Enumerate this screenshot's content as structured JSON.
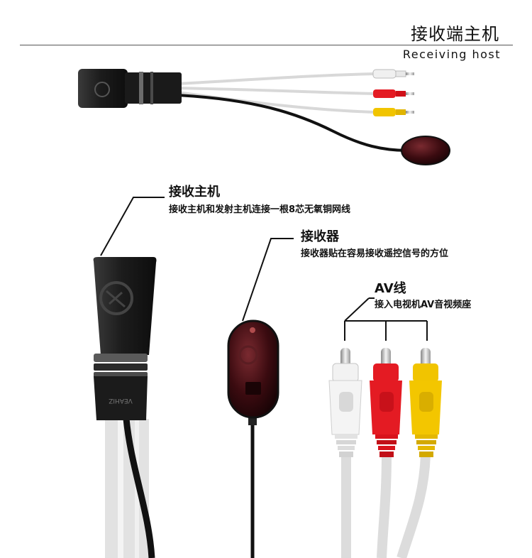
{
  "header": {
    "title": "接收端主机",
    "subtitle": "Receiving host"
  },
  "callouts": {
    "host": {
      "label": "接收主机",
      "desc": "接收主机和发射主机连接一根8芯无氧铜网线"
    },
    "receiver": {
      "label": "接收器",
      "desc": "接收器贴在容易接收遥控信号的方位"
    },
    "av": {
      "label": "AV线",
      "desc": "接入电视机AV音视频座"
    }
  },
  "colors": {
    "white_plug": "#eeeeee",
    "red_plug": "#e41b23",
    "yellow_plug": "#f1c400",
    "host_body": "#1d1d1d",
    "receiver_body": "#3a0d12",
    "cable_gray": "#dcdcdc",
    "cable_black": "#121212"
  }
}
